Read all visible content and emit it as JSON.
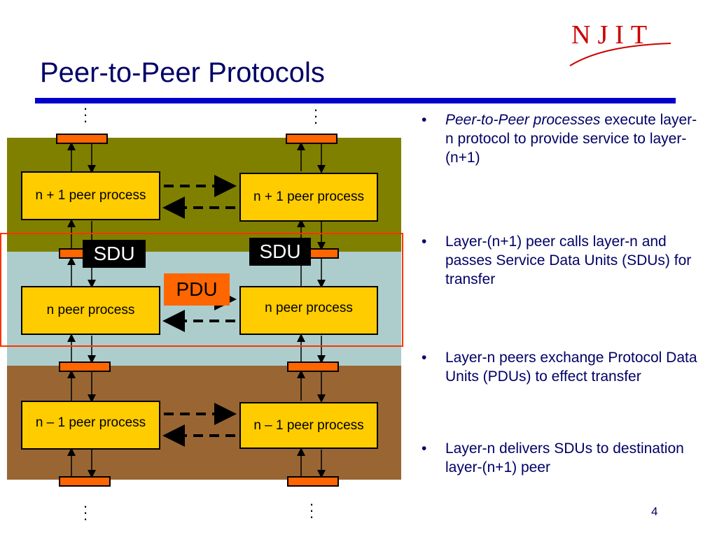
{
  "slide": {
    "title": "Peer-to-Peer Protocols",
    "page_number": "4",
    "logo_text": "NJIT"
  },
  "diagram": {
    "upper_left": "n + 1 peer process",
    "upper_right": "n + 1 peer process",
    "middle_left": "n peer process",
    "middle_right": "n peer process",
    "lower_left": "n – 1 peer process",
    "lower_right": "n – 1 peer process",
    "sdu_left": "SDU",
    "sdu_right": "SDU",
    "pdu": "PDU",
    "colors": {
      "top_band": "#808000",
      "middle_band": "#adcdcd",
      "bottom_band": "#996633",
      "process_box": "#ffcc00",
      "access_point": "#ff6600",
      "highlight_frame": "#ff3300"
    }
  },
  "bullets": [
    {
      "italic_lead": "Peer-to-Peer processes",
      "text": "execute layer-n protocol to provide service to layer-(n+1)"
    },
    {
      "italic_lead": "",
      "text": "Layer-(n+1) peer calls layer-n and passes  Service Data Units (SDUs) for transfer"
    },
    {
      "italic_lead": "",
      "text": "Layer-n peers exchange Protocol Data Units (PDUs) to effect transfer"
    },
    {
      "italic_lead": "",
      "text": "Layer-n delivers SDUs to destination layer-(n+1) peer"
    }
  ]
}
